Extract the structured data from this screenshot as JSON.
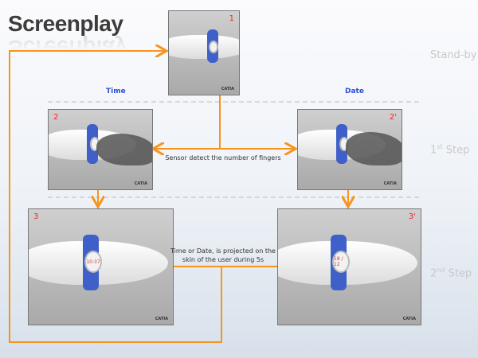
{
  "title": "Screenplay",
  "labels": {
    "time": "Time",
    "date": "Date"
  },
  "steps": {
    "standby": "Stand-by",
    "step1_num": "1",
    "step1_sup": "st",
    "step1_word": " Step",
    "step2_num": "2",
    "step2_sup": "nd",
    "step2_word": " Step"
  },
  "panels": [
    {
      "number": "1",
      "logo": "CATIA"
    },
    {
      "number": "2",
      "logo": "CATIA"
    },
    {
      "number": "2'",
      "logo": "CATIA"
    },
    {
      "number": "3",
      "logo": "CATIA",
      "display": "10:37"
    },
    {
      "number": "3'",
      "logo": "CATIA",
      "display": "18 / 12"
    }
  ],
  "captions": {
    "sensor": "Sensor detect the number of fingers",
    "projection": "Time or Date, is projected on the skin of the user during 5s"
  },
  "colors": {
    "arrow": "#f7941d",
    "label": "#2b4fd6",
    "number": "#e22233"
  }
}
